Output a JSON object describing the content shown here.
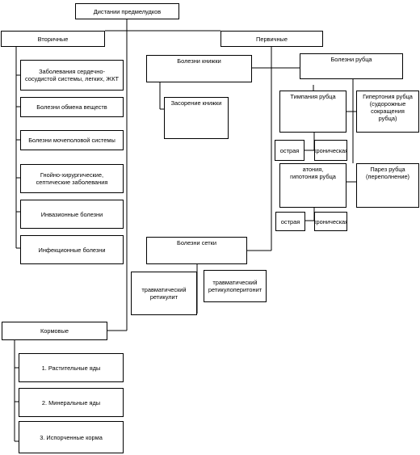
{
  "diagram": {
    "root": "Дистании предмелудков",
    "secondary": {
      "title": "Вторичные",
      "items": [
        "Заболевания сердечно-сосудистой системы, легких, ЖКТ",
        "Болезни обмена веществ",
        "Болезни мочеполовой системы",
        "Гнойно-хирургические,\nсептические заболевания",
        "Инвазионные болезни",
        "Инфекционные болезни"
      ]
    },
    "primary": {
      "title": "Первичные",
      "book": {
        "title": "Болезни книжки",
        "items": [
          "Засорение книжки"
        ]
      },
      "rumen": {
        "title": "Болезни рубца",
        "tympania": {
          "title": "Тимпания рубца",
          "acute": "острая",
          "chronic": "хроническая"
        },
        "hypertonia": "Гипертония рубца\n(судорожные сокращения\nрубца)",
        "atonia": {
          "title": "атония,\nгипотония рубца",
          "acute": "острая",
          "chronic": "хроническая"
        },
        "paresis": "Парез рубца\n(переполнение)"
      },
      "reticulum": {
        "title": "Болезни сетки",
        "items": [
          "травматический ретикулит",
          "травматический\nретикулоперитонит"
        ]
      }
    },
    "feed": {
      "title": "Кормовые",
      "items": [
        "1. Растительные яды",
        "2. Минеральные яды",
        "3. Испорченные корма"
      ]
    }
  }
}
